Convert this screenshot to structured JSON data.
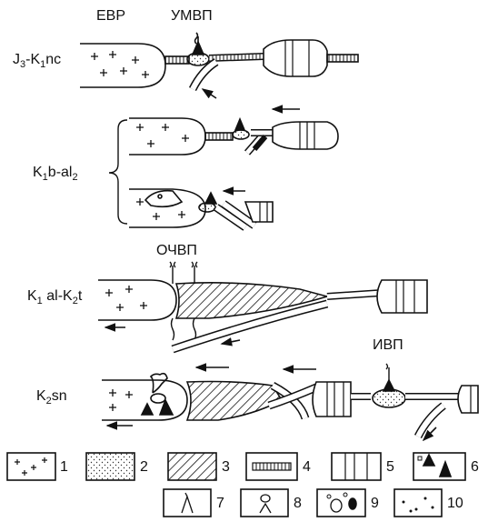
{
  "labels": {
    "evr": "ЕВР",
    "umvp": "УМВП",
    "ochvp": "ОЧВП",
    "ivp": "ИВП"
  },
  "stages": [
    {
      "main": "J",
      "sub1": "3",
      "mid": "-K",
      "sub2": "1",
      "tail": "nc"
    },
    {
      "main": "K",
      "sub1": "1",
      "mid": "b-al",
      "sub2": "2",
      "tail": ""
    },
    {
      "main": "K",
      "sub1": "1",
      "mid": " al-K",
      "sub2": "2",
      "tail": "t"
    },
    {
      "main": "K",
      "sub1": "2",
      "mid": "sn",
      "sub2": "",
      "tail": ""
    }
  ],
  "legend": [
    "1",
    "2",
    "3",
    "4",
    "5",
    "6",
    "7",
    "8",
    "9",
    "10"
  ],
  "colors": {
    "ink": "#111111",
    "paper": "#ffffff",
    "stipple": "#666666"
  }
}
